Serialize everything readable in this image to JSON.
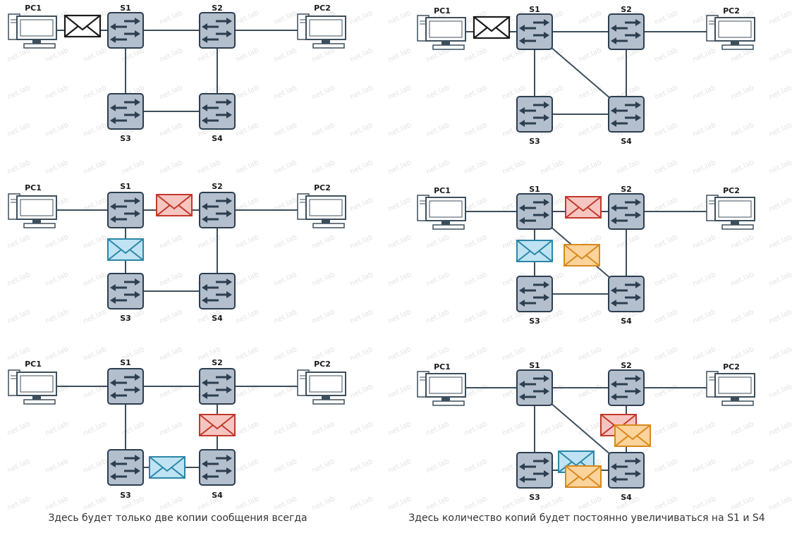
{
  "labels": {
    "pc1": "PC1",
    "pc2": "PC2",
    "s1": "S1",
    "s2": "S2",
    "s3": "S3",
    "s4": "S4"
  },
  "watermark": "net.lab",
  "captions": {
    "left": "Здесь будет только две копии сообщения всегда",
    "right": "Здесь количество копий будет постоянно увеличиваться на S1 и S4"
  },
  "colors": {
    "switch_fill": "#b3bfcc",
    "switch_stroke": "#2c3e50",
    "arrow": "#2c3e50",
    "link": "#3d4f5c",
    "envelope_white_fill": "#ffffff",
    "envelope_white_stroke": "#1a1a1a",
    "envelope_red_fill": "#f7c5c0",
    "envelope_red_stroke": "#c0392b",
    "envelope_blue_fill": "#bfe3f2",
    "envelope_blue_stroke": "#2a86a8",
    "envelope_orange_fill": "#fbd39b",
    "envelope_orange_stroke": "#d9881c"
  },
  "icons": {
    "pc": "pc-icon",
    "switch": "switch-icon",
    "envelope": "envelope-icon"
  }
}
